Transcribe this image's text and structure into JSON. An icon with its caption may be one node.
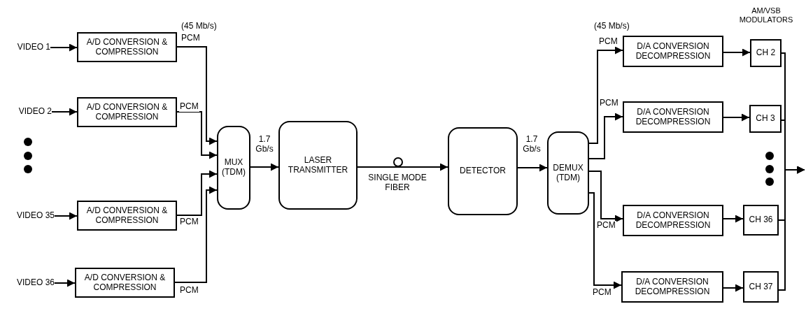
{
  "diagram": {
    "nodes": [
      {
        "text": [
          "VIDEO 1"
        ]
      },
      {
        "text": [
          "VIDEO 2"
        ]
      },
      {
        "text": [
          "VIDEO 35"
        ]
      },
      {
        "text": [
          "VIDEO 36"
        ]
      },
      {
        "text": [
          "A/D CONVERSION & COMPRESSION"
        ]
      },
      {
        "text": [
          "A/D CONVERSION & COMPRESSION"
        ]
      },
      {
        "text": [
          "A/D CONVERSION & COMPRESSION"
        ]
      },
      {
        "text": [
          "A/D CONVERSION & COMPRESSION"
        ]
      },
      {
        "text": [
          "MUX (TDM)"
        ]
      },
      {
        "text": [
          "LASER TRANSMITTER"
        ]
      },
      {
        "text": [
          "DETECTOR"
        ]
      },
      {
        "text": [
          "DEMUX (TDM)"
        ]
      },
      {
        "text": [
          "D/A CONVERSION DECOMPRESSION"
        ]
      },
      {
        "text": [
          "D/A CONVERSION DECOMPRESSION"
        ]
      },
      {
        "text": [
          "D/A CONVERSION DECOMPRESSION"
        ]
      },
      {
        "text": [
          "D/A CONVERSION DECOMPRESSION"
        ]
      },
      {
        "text": [
          "CH 2"
        ]
      },
      {
        "text": [
          "CH 3"
        ]
      },
      {
        "text": [
          "CH 36"
        ]
      },
      {
        "text": [
          "CH 37"
        ]
      }
    ],
    "edges": [
      {
        "from": 0,
        "to": 4,
        "arrow": "to"
      },
      {
        "from": 1,
        "to": 5,
        "arrow": "to"
      },
      {
        "from": 2,
        "to": 6,
        "arrow": "to"
      },
      {
        "from": 3,
        "to": 7,
        "arrow": "to"
      },
      {
        "from": 4,
        "to": 8,
        "arrow": "to",
        "label": "PCM"
      },
      {
        "from": 5,
        "to": 8,
        "arrow": "to",
        "label": "PCM"
      },
      {
        "from": 6,
        "to": 8,
        "arrow": "to",
        "label": "PCM"
      },
      {
        "from": 7,
        "to": 8,
        "arrow": "to",
        "label": "PCM"
      },
      {
        "from": 8,
        "to": 9,
        "arrow": "to",
        "label": "1.7 Gb/s"
      },
      {
        "from": 9,
        "to": 10,
        "arrow": "to",
        "label": "SINGLE MODE FIBER"
      },
      {
        "from": 10,
        "to": 11,
        "arrow": "to",
        "label": "1.7 Gb/s"
      },
      {
        "from": 11,
        "to": 12,
        "arrow": "to",
        "label": "PCM"
      },
      {
        "from": 11,
        "to": 13,
        "arrow": "to",
        "label": "PCM"
      },
      {
        "from": 11,
        "to": 14,
        "arrow": "to",
        "label": "PCM"
      },
      {
        "from": 11,
        "to": 15,
        "arrow": "to",
        "label": "PCM"
      },
      {
        "from": 12,
        "to": 16,
        "arrow": "to"
      },
      {
        "from": 13,
        "to": 17,
        "arrow": "to"
      },
      {
        "from": 14,
        "to": 18,
        "arrow": "to"
      },
      {
        "from": 15,
        "to": 19,
        "arrow": "to"
      },
      {
        "from": 16,
        "to": null,
        "arrow": "to"
      },
      {
        "from": 17,
        "to": null,
        "arrow": "to"
      },
      {
        "from": 18,
        "to": null,
        "arrow": "to"
      },
      {
        "from": 19,
        "to": null,
        "arrow": "to"
      }
    ],
    "labels": [
      "(45 Mb/s)",
      "(45 Mb/s)",
      "AM/VSB MODULATORS"
    ]
  }
}
